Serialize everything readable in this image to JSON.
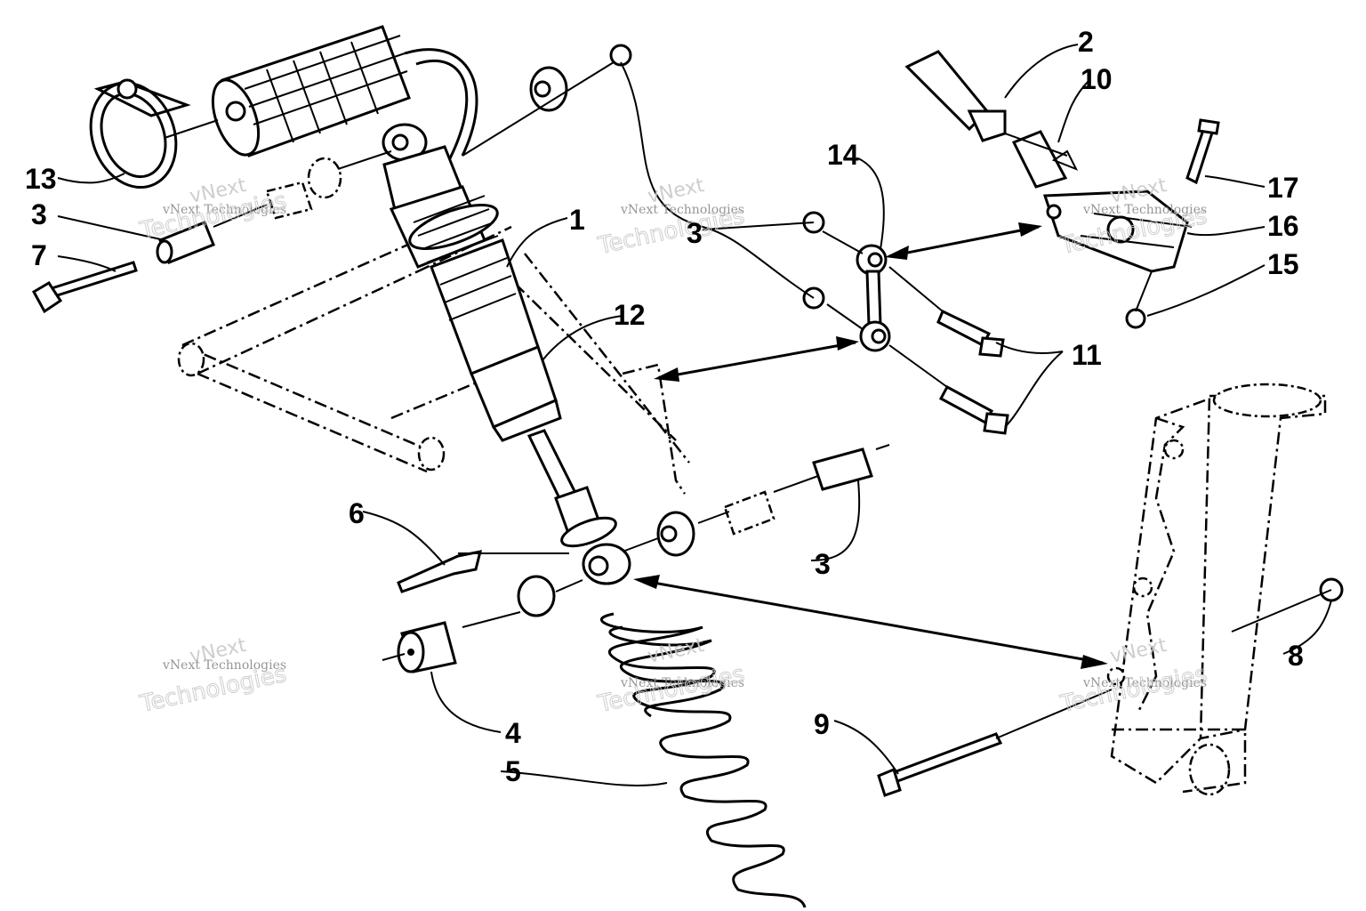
{
  "callouts": [
    "1",
    "2",
    "3",
    "3",
    "4",
    "5",
    "6",
    "7",
    "8",
    "9",
    "10",
    "11",
    "12",
    "13",
    "14",
    "15",
    "16",
    "17",
    "3"
  ],
  "watermark": {
    "brand": "vNext",
    "company": "vNext Technologies",
    "word": "Technologies"
  }
}
